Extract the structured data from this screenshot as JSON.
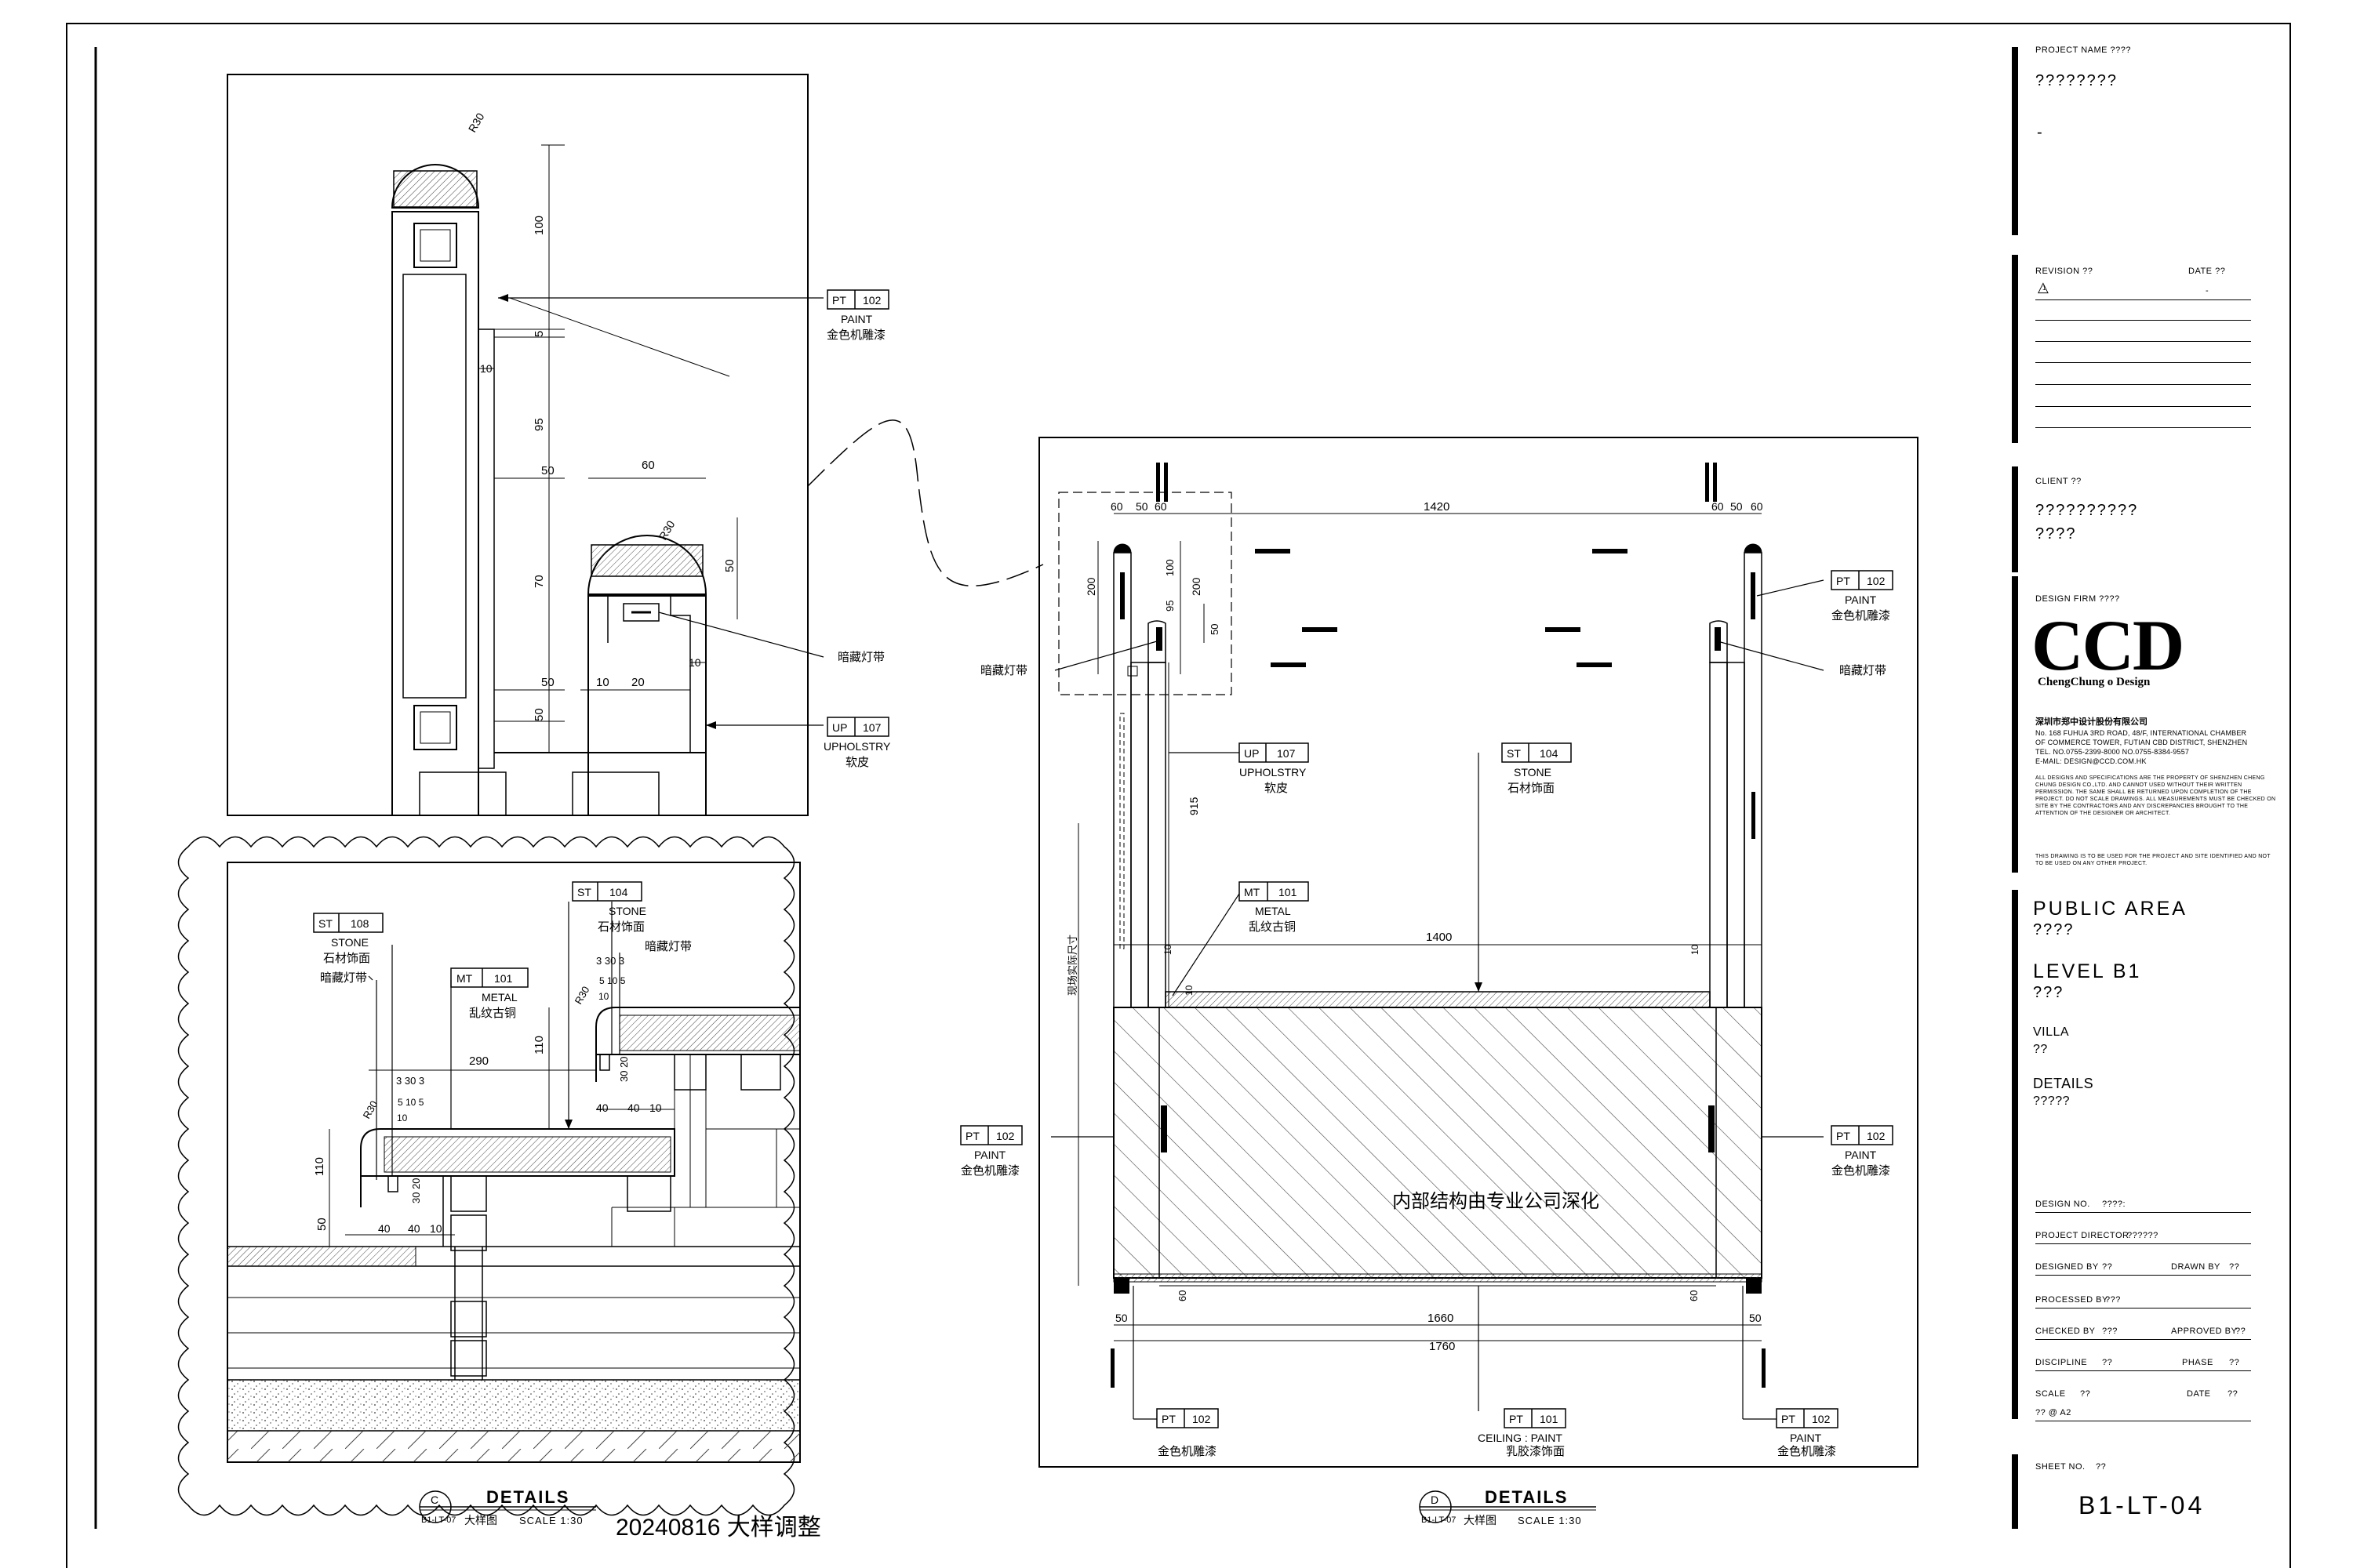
{
  "detail_c": {
    "badge_letter": "C",
    "badge_ref": "B1-LT-07",
    "title": "DETAILS",
    "subtitle": "大样图",
    "scale": "SCALE 1:30",
    "revision_note": "20240816 大样调整",
    "top": {
      "dims_vertical": [
        "100",
        "5",
        "95",
        "50",
        "70",
        "50",
        "50"
      ],
      "dims_small": [
        "10",
        "10",
        "5",
        "10",
        "50"
      ],
      "dim_60": "60",
      "dims_bottom": [
        "10",
        "20"
      ],
      "radius_top": "R30",
      "radius_mid": "R30",
      "label_lamp": "暗藏灯带",
      "tag_pt": {
        "code": "PT",
        "num": "102",
        "en": "PAINT",
        "zh": "金色机雕漆"
      },
      "tag_up": {
        "code": "UP",
        "num": "107",
        "en": "UPHOLSTRY",
        "zh": "软皮"
      }
    },
    "bottom": {
      "tag_st108": {
        "code": "ST",
        "num": "108",
        "en": "STONE",
        "zh": "石材饰面"
      },
      "tag_st104": {
        "code": "ST",
        "num": "104",
        "en": "STONE",
        "zh": "石材饰面"
      },
      "tag_mt101": {
        "code": "MT",
        "num": "101",
        "en": "METAL",
        "zh": "乱纹古铜"
      },
      "label_lamp_left": "暗藏灯带",
      "label_lamp_right": "暗藏灯带",
      "dim_290": "290",
      "dim_110_left": "110",
      "dim_110_right": "110",
      "dims_row": [
        "40",
        "40",
        "10"
      ],
      "dims_row2": [
        "40",
        "40",
        "10"
      ],
      "dims_small_left": [
        "3",
        "30",
        "3",
        "5",
        "10",
        "5",
        "10"
      ],
      "dims_small_right": [
        "3",
        "30",
        "3",
        "5",
        "10",
        "5",
        "10"
      ],
      "dims_30_20": [
        "30",
        "20"
      ],
      "dims_30_20b": [
        "30",
        "20"
      ],
      "dim_50": "50",
      "radius_left": "R30",
      "radius_right": "R30"
    }
  },
  "detail_d": {
    "badge_letter": "D",
    "badge_ref": "B1-LT-07",
    "title": "DETAILS",
    "subtitle": "大样图",
    "scale": "SCALE 1:30",
    "dims_top": [
      "60",
      "50",
      "60",
      "1420",
      "60",
      "50",
      "60"
    ],
    "dims_left_vertical": [
      "200",
      "95",
      "100",
      "200",
      "50"
    ],
    "dim_915": "915",
    "dim_1400": "1400",
    "dims_10": [
      "10",
      "10",
      "10"
    ],
    "dims_60": [
      "60",
      "60"
    ],
    "dims_bottom": [
      "50",
      "1660",
      "50"
    ],
    "dim_1760": "1760",
    "vertical_note": "现场实际尺寸",
    "hatch_label": "内部结构由专业公司深化",
    "lamp_left": "暗藏灯带",
    "lamp_right": "暗藏灯带",
    "tag_pt_tr": {
      "code": "PT",
      "num": "102",
      "en": "PAINT",
      "zh": "金色机雕漆"
    },
    "tag_up": {
      "code": "UP",
      "num": "107",
      "en": "UPHOLSTRY",
      "zh": "软皮"
    },
    "tag_st": {
      "code": "ST",
      "num": "104",
      "en": "STONE",
      "zh": "石材饰面"
    },
    "tag_mt": {
      "code": "MT",
      "num": "101",
      "en": "METAL",
      "zh": "乱纹古铜"
    },
    "tag_pt_ml": {
      "code": "PT",
      "num": "102",
      "en": "PAINT",
      "zh": "金色机雕漆"
    },
    "tag_pt_mr": {
      "code": "PT",
      "num": "102",
      "en": "PAINT",
      "zh": "金色机雕漆"
    },
    "tag_pt_bl": {
      "code": "PT",
      "num": "102",
      "en": "",
      "zh": "金色机雕漆"
    },
    "tag_pt_br": {
      "code": "PT",
      "num": "102",
      "en": "PAINT",
      "zh": "金色机雕漆"
    },
    "tag_pt_bc": {
      "code": "PT",
      "num": "101",
      "en": "CEILING : PAINT",
      "zh": "乳胶漆饰面"
    }
  },
  "title_block": {
    "project_label": "PROJECT NAME ????",
    "project_value": "????????",
    "project_value2": "-",
    "revision_label": "REVISION ??",
    "date_label": "DATE ??",
    "revision_marker": "1",
    "revision_date": "-",
    "client_label": "CLIENT ??",
    "client_value": "??????????",
    "client_value2": "????",
    "firm_label": "DESIGN FIRM ????",
    "logo": "CCD",
    "logo_sub": "ChengChung o Design",
    "firm_name": "深圳市郑中设计股份有限公司",
    "address_lines": [
      "No. 168 FUHUA 3RD ROAD, 48/F, INTERNATIONAL CHAMBER",
      "OF COMMERCE TOWER, FUTIAN CBD DISTRICT, SHENZHEN",
      "TEL. NO.0755-2399-8000 NO.0755-8384-9557",
      "E-MAIL: DESIGN@CCD.COM.HK"
    ],
    "notes_1": "ALL DESIGNS AND SPECIFICATIONS ARE THE PROPERTY OF SHENZHEN CHENG CHUNG DESIGN CO.,LTD. AND CANNOT USED WITHOUT THEIR WRITTEN PERMISSION. THE SAME SHALL BE RETURNED UPON COMPLETION OF THE PROJECT. DO NOT SCALE DRAWINGS. ALL MEASUREMENTS MUST BE CHECKED ON SITE BY THE CONTRACTORS AND ANY DISCREPANCIES BROUGHT TO THE ATTENTION OF THE DESIGNER OR ARCHITECT.",
    "notes_2": "THIS DRAWING IS TO BE USED FOR THE PROJECT AND SITE IDENTIFIED AND NOT TO BE USED ON ANY OTHER PROJECT.",
    "area": "PUBLIC AREA",
    "area_zh": "????",
    "level": "LEVEL B1",
    "level_zh": "???",
    "villa": "VILLA",
    "villa_zh": "??",
    "details": "DETAILS",
    "details_zh": "?????",
    "design_no_label": "DESIGN NO.",
    "design_no_value": "????:",
    "project_director_label": "PROJECT DIRECTOR",
    "project_director_value": "??????",
    "designed_by_label": "DESIGNED BY",
    "designed_by_value": "??",
    "drawn_by_label": "DRAWN BY",
    "drawn_by_value": "??",
    "processed_by_label": "PROCESSED BY",
    "processed_by_value": "???",
    "checked_by_label": "CHECKED BY",
    "checked_by_value": "???",
    "approved_by_label": "APPROVED BY",
    "approved_by_value": "??",
    "discipline_label": "DISCIPLINE",
    "discipline_value": "??",
    "phase_label": "PHASE",
    "phase_value": "??",
    "scale_label": "SCALE",
    "scale_value": "??",
    "date2_label": "DATE",
    "date2_value": "??",
    "paper_value": "?? @ A2",
    "sheet_no_label": "SHEET NO.",
    "sheet_no_value": "??",
    "sheet_number": "B1-LT-04"
  }
}
